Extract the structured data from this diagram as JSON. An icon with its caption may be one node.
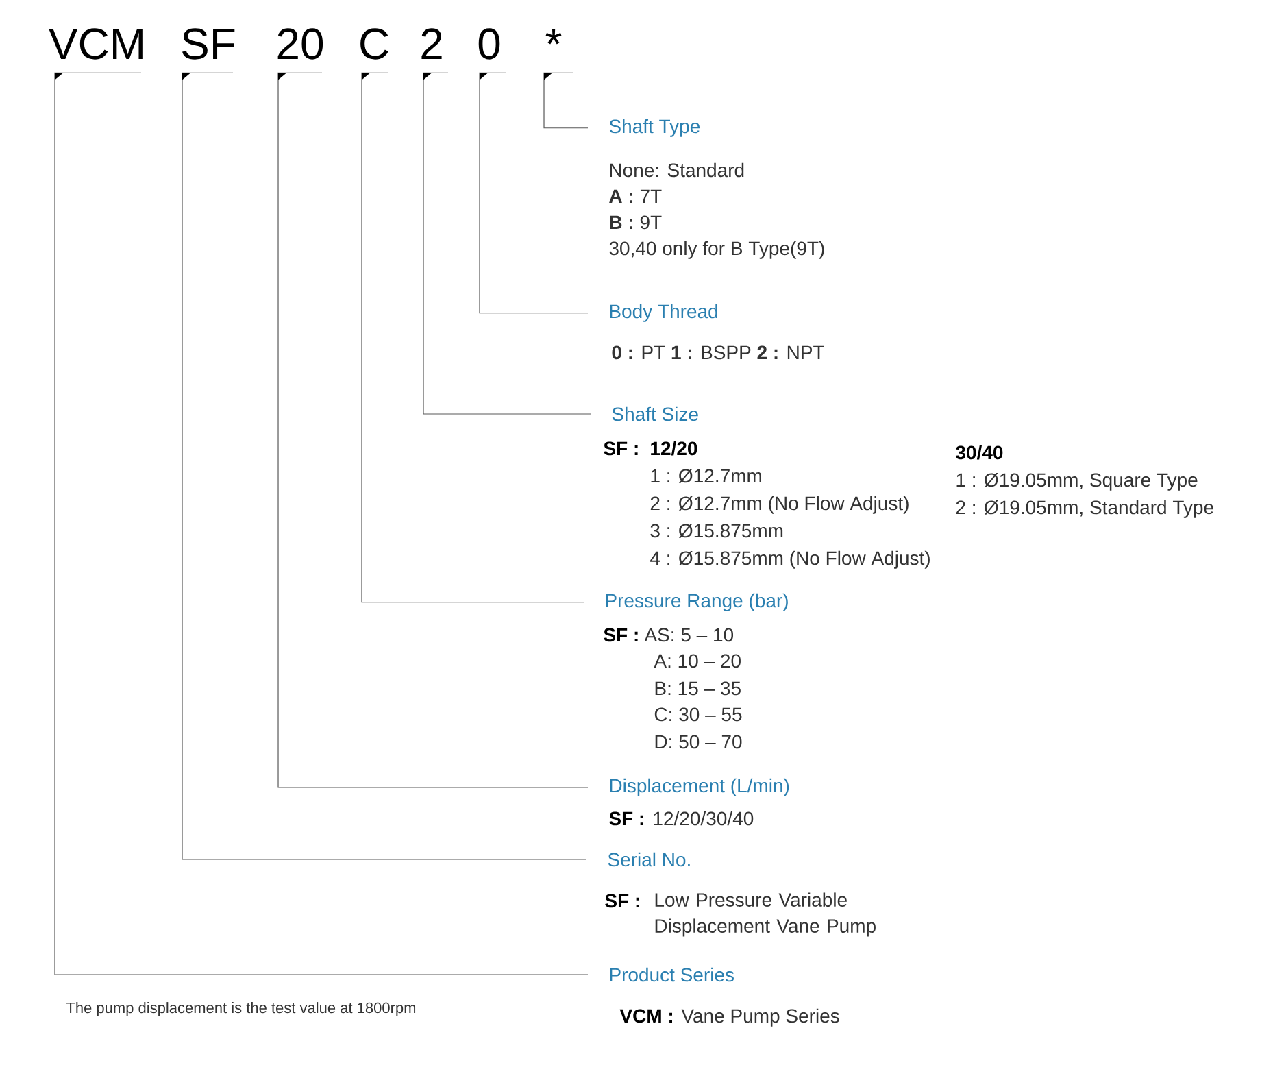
{
  "diagram": {
    "nodes": [
      {
        "text": [
          "VCM"
        ]
      },
      {
        "text": [
          "SF"
        ]
      },
      {
        "text": [
          "20"
        ]
      },
      {
        "text": [
          "C"
        ]
      },
      {
        "text": [
          "2"
        ]
      },
      {
        "text": [
          "0"
        ]
      },
      {
        "text": [
          "*"
        ]
      },
      {
        "text": [
          "Shaft Type"
        ],
        "beside": [
          "None: Standard",
          "**A :** 7T",
          "**B :** 9T",
          "30,40 only for B Type(9T)"
        ]
      },
      {
        "text": [
          "Body Thread"
        ],
        "beside": [
          "**0 :** PT **1 :** BSPP **2 :** NPT"
        ]
      },
      {
        "text": [
          "Shaft Size"
        ],
        "beside": [
          "SF :",
          "12/20",
          "1 : Ø12.7mm",
          "2 : Ø12.7mm (No Flow Adjust)",
          "3 : Ø15.875mm",
          "4 : Ø15.875mm (No Flow Adjust)",
          "30/40",
          "1 : Ø19.05mm, Square Type",
          "2 : Ø19.05mm, Standard Type"
        ]
      },
      {
        "text": [
          "Pressure Range (bar)"
        ],
        "beside": [
          "SF :",
          "AS: 5 – 10",
          "A: 10 – 20",
          "B: 15 – 35",
          "C: 30 – 55",
          "D: 50 – 70"
        ]
      },
      {
        "text": [
          "Displacement (L/min)"
        ],
        "beside": [
          "SF :",
          "12/20/30/40"
        ]
      },
      {
        "text": [
          "Serial No."
        ],
        "beside": [
          "SF :",
          "Low Pressure Variable Displacement Vane Pump"
        ]
      },
      {
        "text": [
          "Product Series"
        ],
        "beside": [
          "VCM :",
          "Vane Pump Series"
        ]
      }
    ],
    "edges": [
      {
        "from": 6,
        "to": 7,
        "arrow": "none"
      },
      {
        "from": 5,
        "to": 8,
        "arrow": "none"
      },
      {
        "from": 4,
        "to": 9,
        "arrow": "none"
      },
      {
        "from": 3,
        "to": 10,
        "arrow": "none"
      },
      {
        "from": 2,
        "to": 11,
        "arrow": "none"
      },
      {
        "from": 1,
        "to": 12,
        "arrow": "none"
      },
      {
        "from": 0,
        "to": 13,
        "arrow": "none"
      }
    ],
    "labels": [
      "The pump displacement is the test value at 1800rpm"
    ]
  }
}
